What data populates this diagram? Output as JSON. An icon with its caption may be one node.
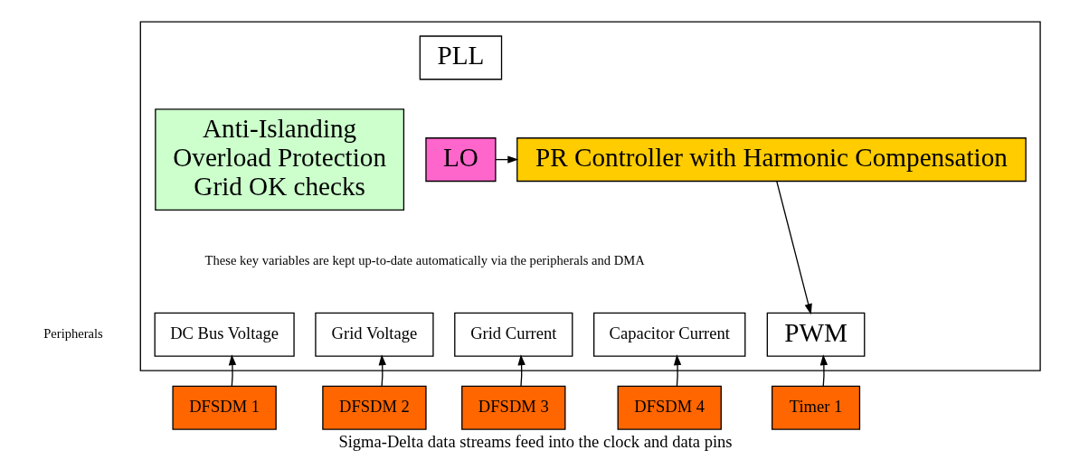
{
  "diagram": {
    "caption": "Sigma-Delta data streams feed into the clock and data pins",
    "nodes": [
      {
        "text": [],
        "shape": "box"
      },
      {
        "text": [
          "Anti-Islanding",
          "Overload Protection",
          "Grid OK checks"
        ],
        "in": 0
      },
      {
        "text": [
          "PLL"
        ],
        "in": 0
      },
      {
        "text": [
          "LO"
        ],
        "in": 0
      },
      {
        "text": [
          "PR Controller with Harmonic Compensation"
        ],
        "in": 0
      },
      {
        "text": [
          "PWM"
        ],
        "in": 0
      },
      {
        "text": [
          "DC Bus Voltage"
        ],
        "in": 0
      },
      {
        "text": [
          "Grid Voltage"
        ],
        "in": 0
      },
      {
        "text": [
          "Grid Current"
        ],
        "in": 0
      },
      {
        "text": [
          "Capacitor Current"
        ],
        "in": 0
      },
      {
        "text": [
          "DFSDM 1"
        ]
      },
      {
        "text": [
          "DFSDM 2"
        ]
      },
      {
        "text": [
          "DFSDM 3"
        ]
      },
      {
        "text": [
          "DFSDM 4"
        ]
      },
      {
        "text": [
          "Timer 1"
        ]
      }
    ],
    "edges": [
      {
        "from": 3,
        "to": 4,
        "arrow": "to"
      },
      {
        "from": 4,
        "to": 5,
        "arrow": "to"
      },
      {
        "from": 10,
        "to": 6,
        "arrow": "to"
      },
      {
        "from": 11,
        "to": 7,
        "arrow": "to"
      },
      {
        "from": 12,
        "to": 8,
        "arrow": "to"
      },
      {
        "from": 13,
        "to": 9,
        "arrow": "to"
      },
      {
        "from": 14,
        "to": 5,
        "arrow": "to"
      }
    ],
    "labels": [
      "These key variables are kept up-to-date automatically via the peripherals and DMA",
      "Peripherals"
    ]
  }
}
